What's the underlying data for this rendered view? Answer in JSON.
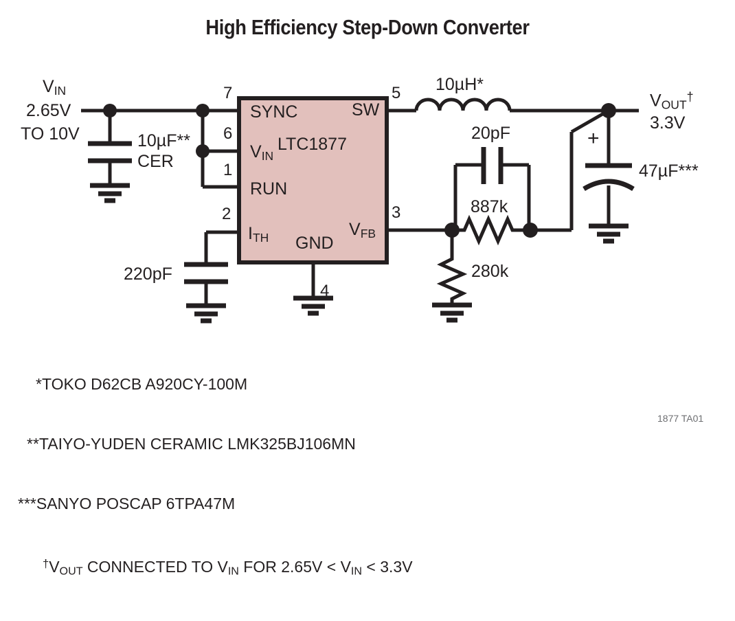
{
  "figure": {
    "title": "High Efficiency Step-Down Converter",
    "reference_tag": "1877 TA01",
    "ic": {
      "part_number": "LTC1877",
      "fill_color": "#e2c0bc",
      "border_color": "#231f20",
      "pins": [
        {
          "number": "7",
          "name": "SYNC",
          "side": "left"
        },
        {
          "number": "6",
          "name": "VIN",
          "name_base": "V",
          "name_sub": "IN",
          "side": "left"
        },
        {
          "number": "1",
          "name": "RUN",
          "side": "left"
        },
        {
          "number": "2",
          "name": "ITH",
          "name_base": "I",
          "name_sub": "TH",
          "side": "left"
        },
        {
          "number": "4",
          "name": "GND",
          "side": "bottom"
        },
        {
          "number": "5",
          "name": "SW",
          "side": "right"
        },
        {
          "number": "3",
          "name": "VFB",
          "name_base": "V",
          "name_sub": "FB",
          "side": "right"
        }
      ]
    },
    "input": {
      "rail_label_base": "V",
      "rail_label_sub": "IN",
      "range_line1": "2.65V",
      "range_line2": "TO 10V",
      "cap_value": "10µF**",
      "cap_type": "CER"
    },
    "output": {
      "rail_label_base": "V",
      "rail_label_sub": "OUT",
      "rail_label_sup": "†",
      "voltage": "3.3V",
      "cap_value": "47µF***",
      "cap_polarity": "+"
    },
    "components": {
      "inductor": "10µH*",
      "feedforward_cap": "20pF",
      "top_divider_resistor": "887k",
      "bottom_divider_resistor": "280k",
      "comp_cap": "220pF"
    },
    "notes": [
      "*TOKO D62CB A920CY-100M",
      "**TAIYO-YUDEN CERAMIC LMK325BJ106MN",
      "***SANYO POSCAP 6TPA47M"
    ],
    "note_dagger": {
      "dagger": "†",
      "part1_base": "V",
      "part1_sub": "OUT",
      "part2": " CONNECTED TO ",
      "part3_base": "V",
      "part3_sub": "IN",
      "part4": " FOR 2.65V < ",
      "part5_base": "V",
      "part5_sub": "IN",
      "part6": " < 3.3V"
    }
  },
  "chart_data": {
    "type": "diagram",
    "title": "High Efficiency Step-Down Converter",
    "nodes": [
      {
        "id": "VIN_RAIL",
        "label": "VIN 2.65V TO 10V"
      },
      {
        "id": "U1",
        "label": "LTC1877"
      },
      {
        "id": "L1",
        "label": "10µH*"
      },
      {
        "id": "C_IN",
        "label": "10µF** CER"
      },
      {
        "id": "C_OUT",
        "label": "47µF***"
      },
      {
        "id": "C_FF",
        "label": "20pF"
      },
      {
        "id": "C_ITH",
        "label": "220pF"
      },
      {
        "id": "R_TOP",
        "label": "887k"
      },
      {
        "id": "R_BOT",
        "label": "280k"
      },
      {
        "id": "VOUT_RAIL",
        "label": "VOUT† 3.3V"
      }
    ]
  }
}
